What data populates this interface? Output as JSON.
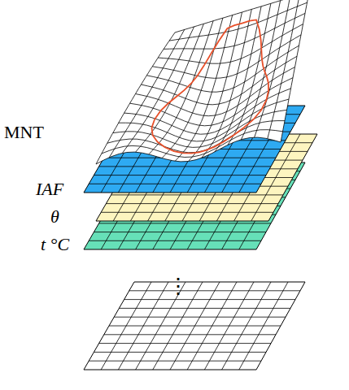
{
  "diagram": {
    "labels": [
      "MNT",
      "IAF",
      "θ",
      "t °C",
      "⋮"
    ]
  }
}
